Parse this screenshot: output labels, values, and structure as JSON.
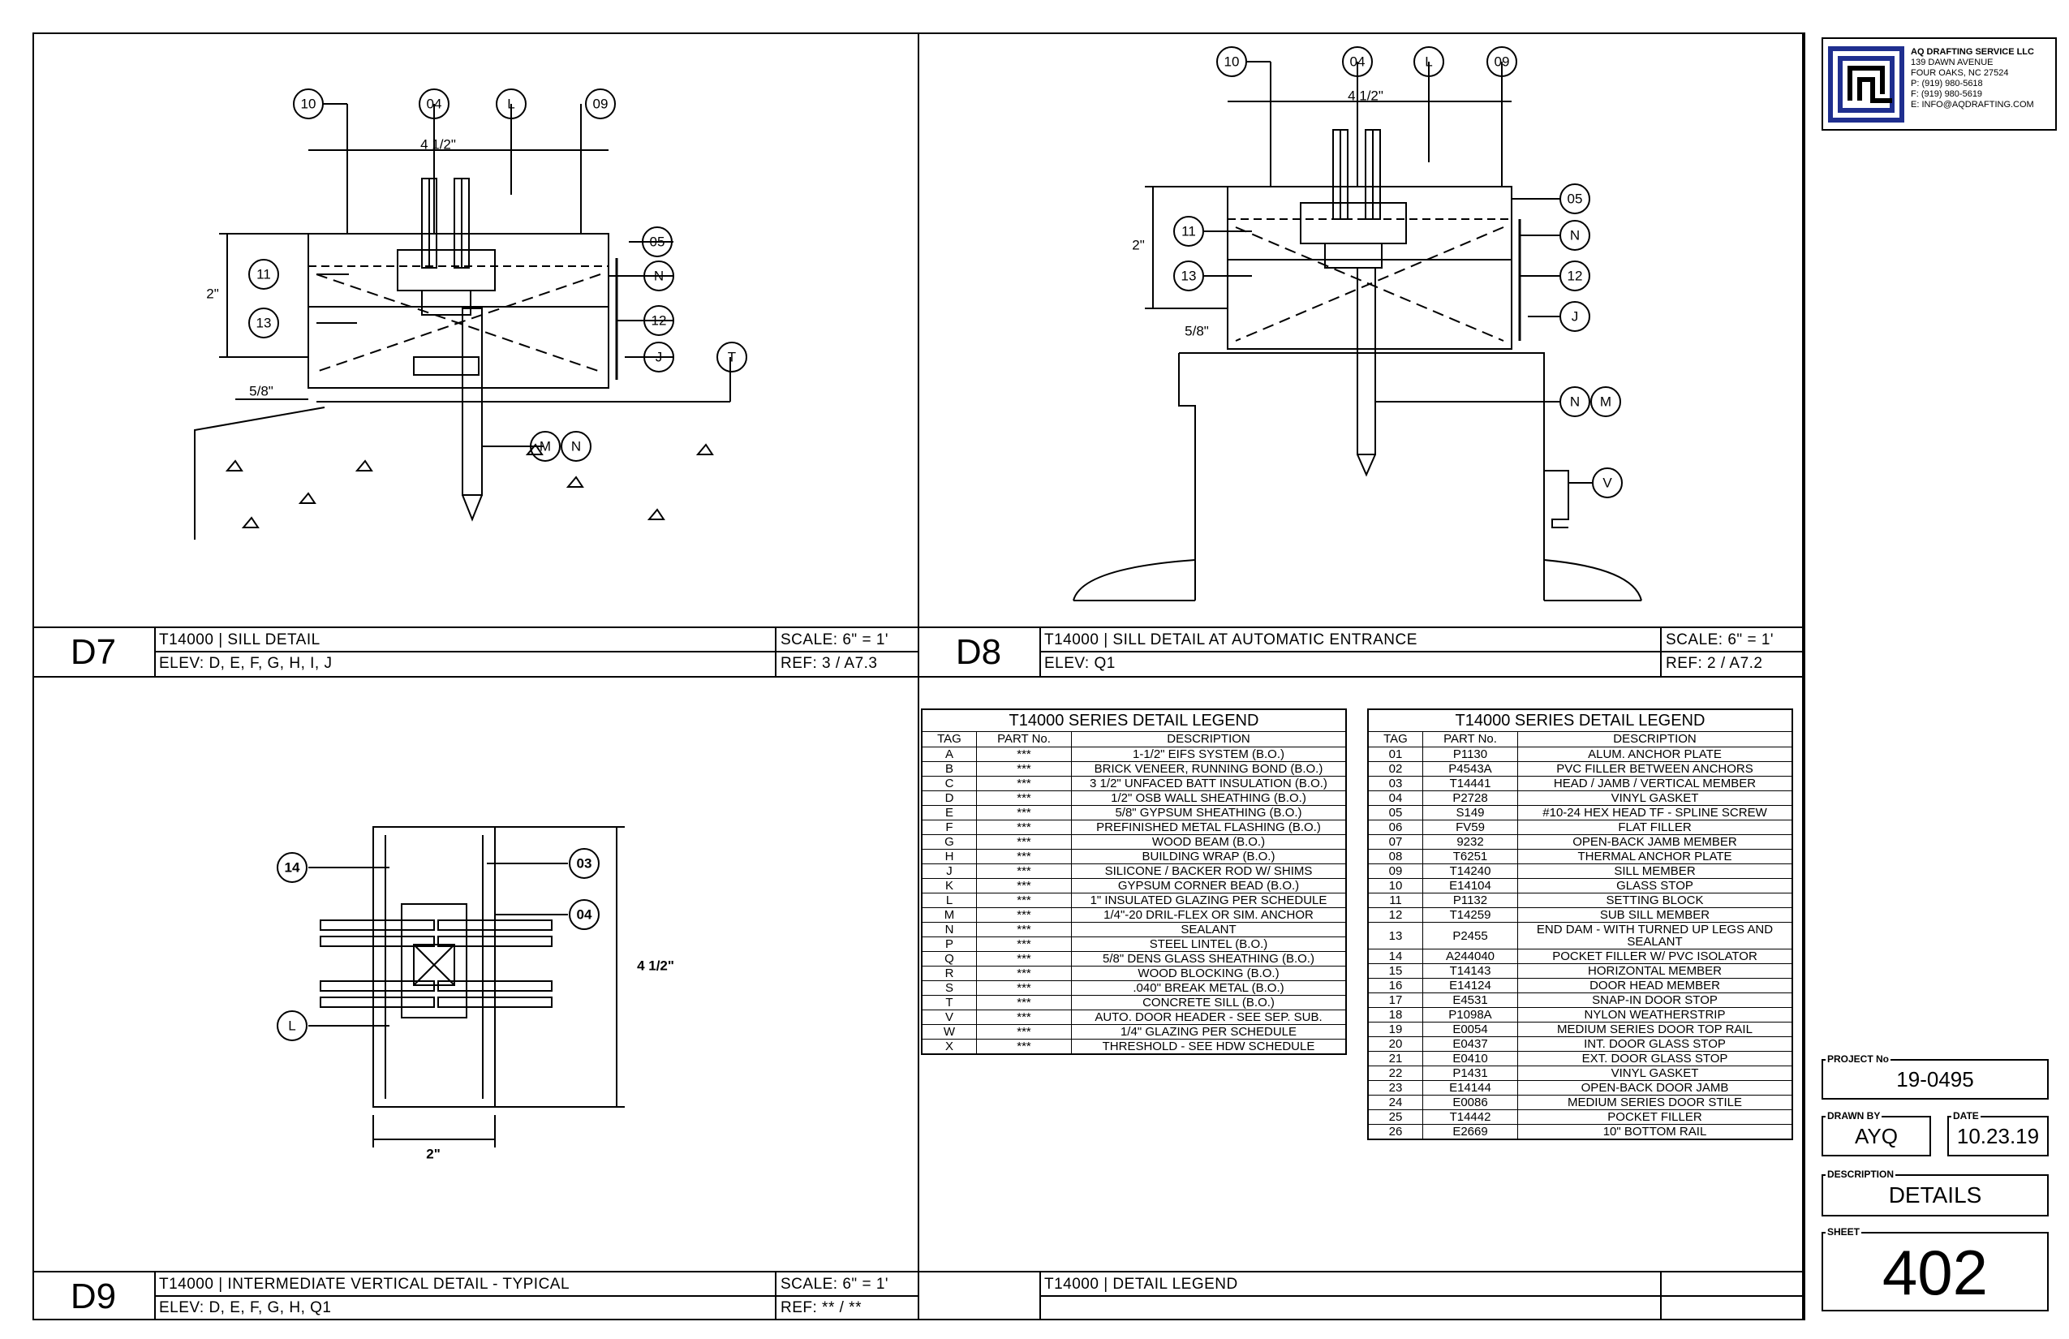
{
  "details": {
    "d7": {
      "id": "D7",
      "title": "T14000 | SILL DETAIL",
      "elev": "ELEV: D, E, F, G, H, I, J",
      "scale": "SCALE: 6\" = 1'",
      "ref": "REF: 3 / A7.3",
      "tags": {
        "t10": "10",
        "t04": "04",
        "tL": "L",
        "t09": "09",
        "t11": "11",
        "t13": "13",
        "t05": "05",
        "tN": "N",
        "t12": "12",
        "tJ": "J",
        "tT": "T",
        "tM2": "M",
        "tN2": "N"
      },
      "dims": {
        "width": "4 1/2\"",
        "height": "2\"",
        "offset": "5/8\""
      }
    },
    "d8": {
      "id": "D8",
      "title": "T14000 | SILL DETAIL AT AUTOMATIC ENTRANCE",
      "elev": "ELEV: Q1",
      "scale": "SCALE: 6\" = 1'",
      "ref": "REF: 2 / A7.2",
      "tags": {
        "t10": "10",
        "t04": "04",
        "tL": "L",
        "t09": "09",
        "t11": "11",
        "t13": "13",
        "t05": "05",
        "tN": "N",
        "t12": "12",
        "tJ": "J",
        "tN2": "N",
        "tM2": "M",
        "tV": "V"
      },
      "dims": {
        "width": "4 1/2\"",
        "height": "2\"",
        "offset": "5/8\""
      }
    },
    "d9": {
      "id": "D9",
      "title": "T14000 | INTERMEDIATE VERTICAL DETAIL - TYPICAL",
      "elev": "ELEV: D, E, F, G, H, Q1",
      "scale": "SCALE: 6\" = 1'",
      "ref": "REF: ** / **",
      "tags": {
        "t14": "14",
        "t03": "03",
        "t04": "04",
        "tL": "L"
      },
      "dims": {
        "height": "4 1/2\"",
        "width": "2\""
      }
    },
    "legend_block": {
      "title": "T14000 | DETAIL LEGEND"
    }
  },
  "legend_headers": {
    "caption": "T14000 SERIES DETAIL LEGEND",
    "tag": "TAG",
    "part": "PART No.",
    "desc": "DESCRIPTION"
  },
  "legend_left": [
    [
      "A",
      "***",
      "1-1/2\" EIFS SYSTEM (B.O.)"
    ],
    [
      "B",
      "***",
      "BRICK VENEER, RUNNING BOND (B.O.)"
    ],
    [
      "C",
      "***",
      "3 1/2\" UNFACED BATT INSULATION (B.O.)"
    ],
    [
      "D",
      "***",
      "1/2\" OSB WALL SHEATHING (B.O.)"
    ],
    [
      "E",
      "***",
      "5/8\" GYPSUM SHEATHING (B.O.)"
    ],
    [
      "F",
      "***",
      "PREFINISHED METAL FLASHING (B.O.)"
    ],
    [
      "G",
      "***",
      "WOOD BEAM (B.O.)"
    ],
    [
      "H",
      "***",
      "BUILDING WRAP (B.O.)"
    ],
    [
      "J",
      "***",
      "SILICONE / BACKER ROD W/ SHIMS"
    ],
    [
      "K",
      "***",
      "GYPSUM CORNER BEAD (B.O.)"
    ],
    [
      "L",
      "***",
      "1\" INSULATED GLAZING PER SCHEDULE"
    ],
    [
      "M",
      "***",
      "1/4\"-20 DRIL-FLEX OR SIM. ANCHOR"
    ],
    [
      "N",
      "***",
      "SEALANT"
    ],
    [
      "P",
      "***",
      "STEEL LINTEL (B.O.)"
    ],
    [
      "Q",
      "***",
      "5/8\" DENS GLASS SHEATHING (B.O.)"
    ],
    [
      "R",
      "***",
      "WOOD BLOCKING (B.O.)"
    ],
    [
      "S",
      "***",
      ".040\" BREAK METAL (B.O.)"
    ],
    [
      "T",
      "***",
      "CONCRETE SILL (B.O.)"
    ],
    [
      "V",
      "***",
      "AUTO. DOOR HEADER - SEE SEP. SUB."
    ],
    [
      "W",
      "***",
      "1/4\" GLAZING PER SCHEDULE"
    ],
    [
      "X",
      "***",
      "THRESHOLD - SEE HDW SCHEDULE"
    ]
  ],
  "legend_right": [
    [
      "01",
      "P1130",
      "ALUM. ANCHOR PLATE"
    ],
    [
      "02",
      "P4543A",
      "PVC FILLER BETWEEN ANCHORS"
    ],
    [
      "03",
      "T14441",
      "HEAD / JAMB / VERTICAL MEMBER"
    ],
    [
      "04",
      "P2728",
      "VINYL GASKET"
    ],
    [
      "05",
      "S149",
      "#10-24 HEX HEAD TF - SPLINE SCREW"
    ],
    [
      "06",
      "FV59",
      "FLAT FILLER"
    ],
    [
      "07",
      "9232",
      "OPEN-BACK JAMB MEMBER"
    ],
    [
      "08",
      "T6251",
      "THERMAL ANCHOR PLATE"
    ],
    [
      "09",
      "T14240",
      "SILL MEMBER"
    ],
    [
      "10",
      "E14104",
      "GLASS STOP"
    ],
    [
      "11",
      "P1132",
      "SETTING BLOCK"
    ],
    [
      "12",
      "T14259",
      "SUB SILL MEMBER"
    ],
    [
      "13",
      "P2455",
      "END DAM - WITH TURNED UP LEGS AND SEALANT"
    ],
    [
      "14",
      "A244040",
      "POCKET FILLER W/ PVC ISOLATOR"
    ],
    [
      "15",
      "T14143",
      "HORIZONTAL MEMBER"
    ],
    [
      "16",
      "E14124",
      "DOOR HEAD MEMBER"
    ],
    [
      "17",
      "E4531",
      "SNAP-IN DOOR STOP"
    ],
    [
      "18",
      "P1098A",
      "NYLON WEATHERSTRIP"
    ],
    [
      "19",
      "E0054",
      "MEDIUM SERIES DOOR TOP RAIL"
    ],
    [
      "20",
      "E0437",
      "INT. DOOR GLASS STOP"
    ],
    [
      "21",
      "E0410",
      "EXT. DOOR GLASS STOP"
    ],
    [
      "22",
      "P1431",
      "VINYL GASKET"
    ],
    [
      "23",
      "E14144",
      "OPEN-BACK DOOR JAMB"
    ],
    [
      "24",
      "E0086",
      "MEDIUM SERIES DOOR STILE"
    ],
    [
      "25",
      "T14442",
      "POCKET FILLER"
    ],
    [
      "26",
      "E2669",
      "10\" BOTTOM  RAIL"
    ]
  ],
  "company": {
    "name": "AQ DRAFTING SERVICE LLC",
    "address1": "139 DAWN AVENUE",
    "address2": "FOUR OAKS, NC  27524",
    "phone": "P: (919) 980-5618",
    "fax": "F: (919) 980-5619",
    "email": "E: INFO@AQDRAFTING.COM"
  },
  "title_block": {
    "project_label": "PROJECT No",
    "project": "19-0495",
    "drawn_label": "DRAWN BY",
    "drawn": "AYQ",
    "date_label": "DATE",
    "date": "10.23.19",
    "desc_label": "DESCRIPTION",
    "desc": "DETAILS",
    "sheet_label": "SHEET",
    "sheet": "402"
  },
  "colors": {
    "logo_blue": "#1f2f8f",
    "ink": "#000000"
  }
}
